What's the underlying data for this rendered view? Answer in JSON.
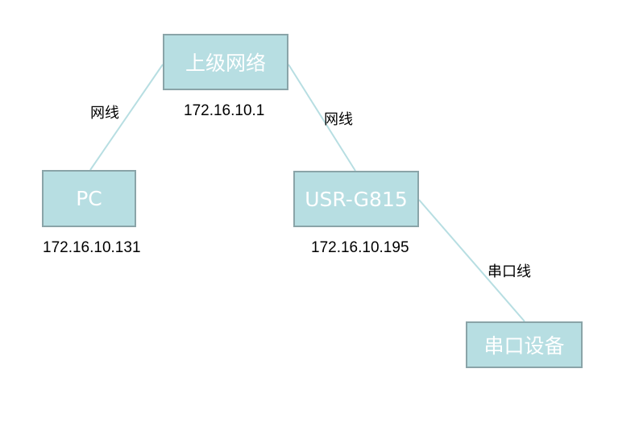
{
  "nodes": {
    "upper_network": {
      "label": "上级网络",
      "ip": "172.16.10.1"
    },
    "pc": {
      "label": "PC",
      "ip": "172.16.10.131"
    },
    "usr_g815": {
      "label": "USR-G815",
      "ip": "172.16.10.195"
    },
    "serial_device": {
      "label": "串口设备"
    }
  },
  "edges": {
    "pc_to_upper": {
      "label": "网线"
    },
    "usr_to_upper": {
      "label": "网线"
    },
    "usr_to_serial": {
      "label": "串口线"
    }
  },
  "colors": {
    "node_fill": "#b7dee2",
    "node_border": "#8aa4a8",
    "node_text": "#ffffff",
    "connector": "#b7dee2"
  }
}
